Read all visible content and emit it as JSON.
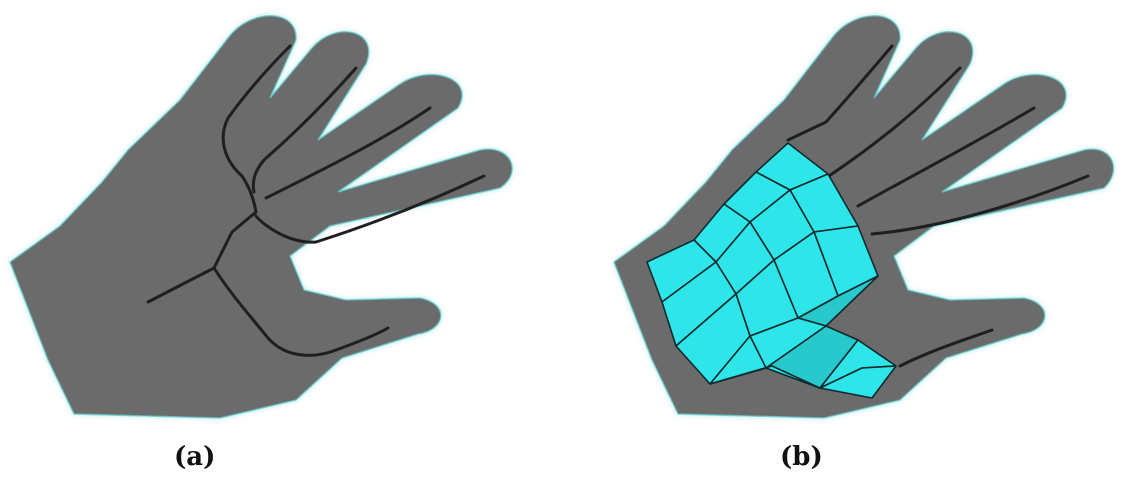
{
  "panels": [
    {
      "id": "a",
      "caption": "(a)"
    },
    {
      "id": "b",
      "caption": "(b)"
    }
  ],
  "colors": {
    "background": "#ffffff",
    "hand_fill": "#6b6b6b",
    "hand_glow": "#5fd0cf",
    "skeleton_line": "#1f1f1f",
    "quad_fill": "#2ee6ea",
    "quad_fill_shaded": "#27c9cc",
    "quad_edge": "#0e2a2c"
  }
}
